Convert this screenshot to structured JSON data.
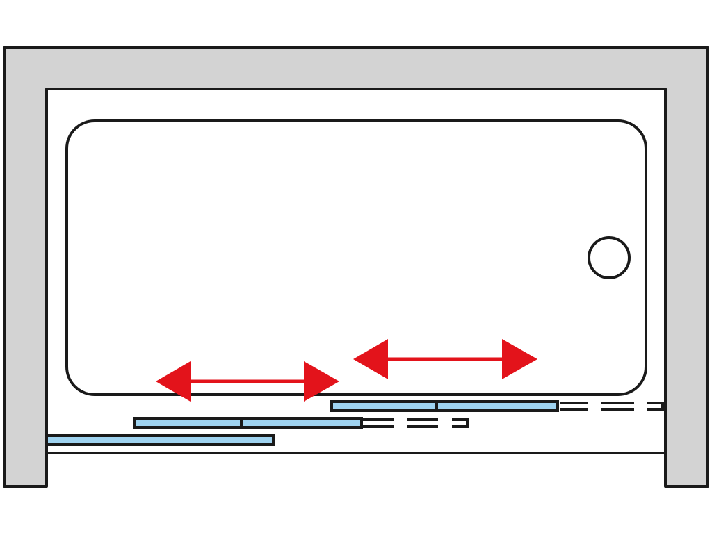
{
  "diagram": {
    "colors": {
      "wall": "#d3d3d3",
      "outline": "#1a1a1a",
      "glass": "#9fd3f0",
      "arrow": "#e3131b",
      "background": "#ffffff"
    },
    "panels": [
      {
        "name": "panel-fixed",
        "position": "front"
      },
      {
        "name": "panel-sliding-middle",
        "position": "middle"
      },
      {
        "name": "panel-sliding-back",
        "position": "back"
      }
    ],
    "arrows": [
      {
        "name": "slide-arrow-left",
        "direction": "horizontal-both"
      },
      {
        "name": "slide-arrow-right",
        "direction": "horizontal-both"
      }
    ]
  }
}
